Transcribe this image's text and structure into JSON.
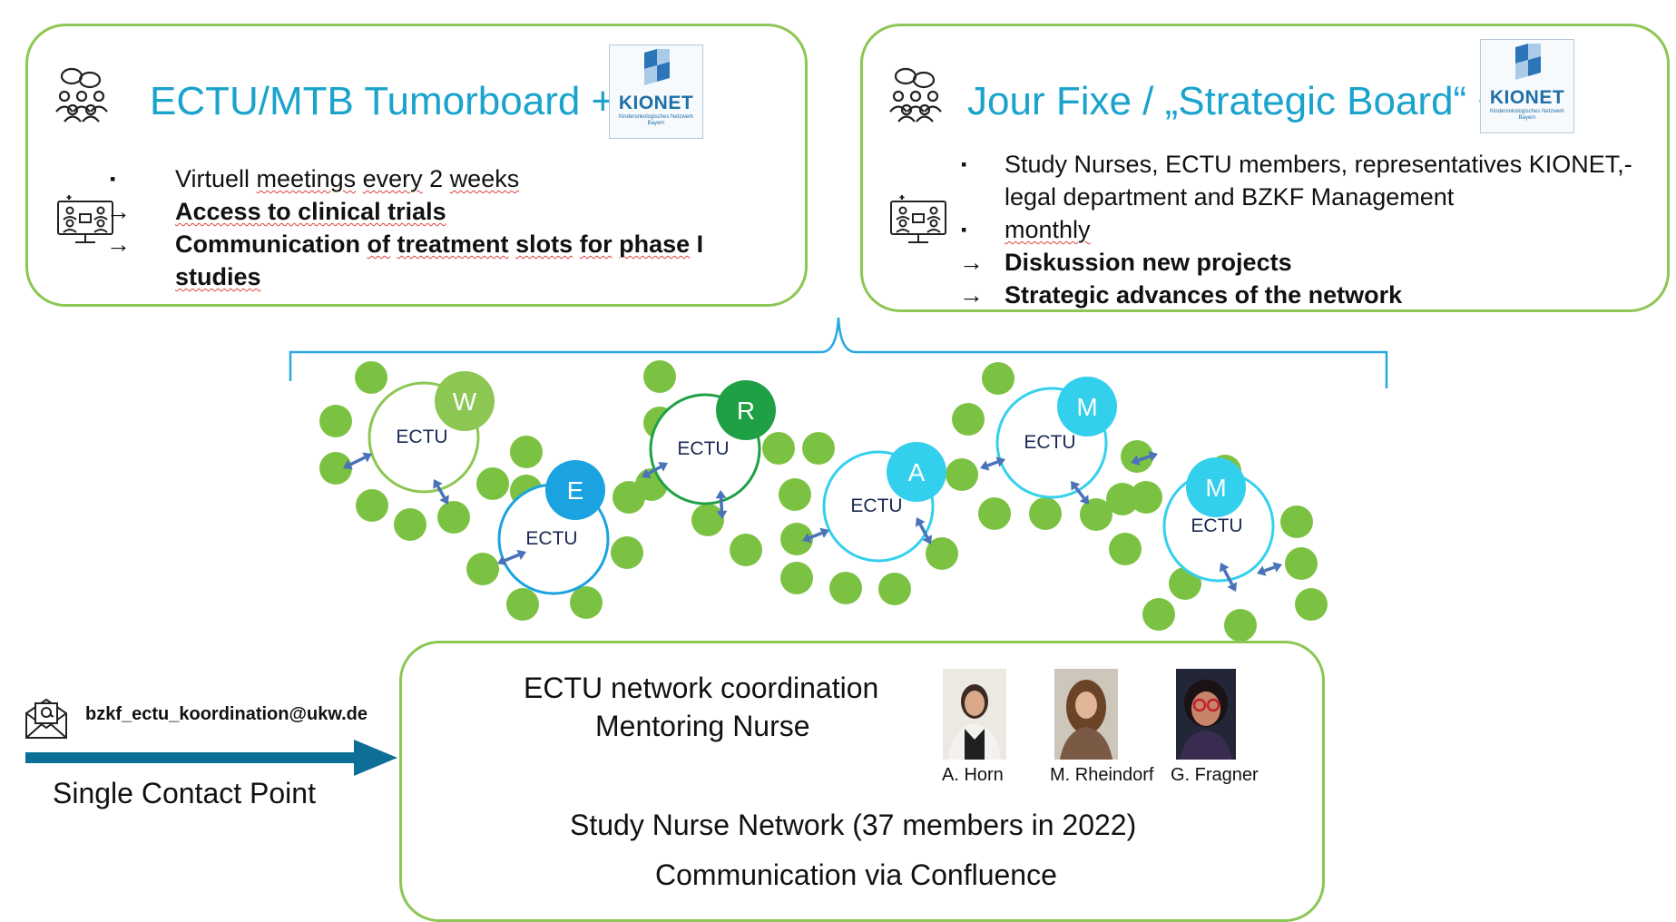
{
  "tumorboard": {
    "title": "ECTU/MTB Tumorboard +",
    "items": [
      {
        "marker": "▪",
        "text_parts": [
          "Virtuell ",
          "meetings",
          " ",
          "every",
          " 2 ",
          "weeks"
        ],
        "bold": false
      },
      {
        "marker": "→",
        "text_parts": [
          "Access to clinical trials"
        ],
        "bold": true
      },
      {
        "marker": "→",
        "text_parts": [
          "Communication ",
          "of",
          " ",
          "treatment",
          " ",
          "slots",
          " ",
          "for",
          " ",
          "phase",
          " I"
        ],
        "bold": true
      },
      {
        "marker": "",
        "text_parts": [
          "studies"
        ],
        "bold": true
      }
    ]
  },
  "jourfixe": {
    "title": "Jour Fixe / „Strategic Board“ +",
    "items": [
      {
        "marker": "▪",
        "text": "Study Nurses, ECTU members, representatives KIONET,-",
        "bold": false
      },
      {
        "marker": "",
        "text": "legal department and BZKF Management",
        "bold": false
      },
      {
        "marker": "▪",
        "text": "monthly",
        "bold": false
      },
      {
        "marker": "→",
        "text": "Diskussion new projects",
        "bold": true
      },
      {
        "marker": "→",
        "text": "Strategic advances of the network",
        "bold": true
      }
    ]
  },
  "kionet": {
    "name": "KIONET",
    "subtitle": "Kinderonkologisches Netzwerk Bayern"
  },
  "network": {
    "unit_label": "ECTU",
    "sites": [
      {
        "letter": "W",
        "ring_color": "#8cc653",
        "badge_color": "#8cc653"
      },
      {
        "letter": "E",
        "ring_color": "#1aa3e0",
        "badge_color": "#1aa3e0"
      },
      {
        "letter": "R",
        "ring_color": "#1fa045",
        "badge_color": "#1fa045"
      },
      {
        "letter": "A",
        "ring_color": "#33d0ee",
        "badge_color": "#33d0ee"
      },
      {
        "letter": "M",
        "ring_color": "#33d0ee",
        "badge_color": "#33d0ee"
      },
      {
        "letter": "M",
        "ring_color": "#33d0ee",
        "badge_color": "#33d0ee"
      }
    ],
    "satellite_color": "#7cc242",
    "arrow_color": "#4a72b8",
    "bracket_color": "#29a8e0"
  },
  "contact": {
    "email": "bzkf_ectu_koordination@ukw.de",
    "label": "Single Contact Point",
    "arrow_color": "#0e6f96"
  },
  "coordination": {
    "title": "ECTU network coordination",
    "subtitle": "Mentoring Nurse",
    "people": [
      {
        "name": "A. Horn"
      },
      {
        "name": "M. Rheindorf"
      },
      {
        "name": "G. Fragner"
      }
    ],
    "nurse_network": "Study Nurse Network (37 members in 2022)",
    "confluence": "Communication via Confluence"
  },
  "colors": {
    "box_border": "#8cc653",
    "title_blue": "#1aa3cc",
    "spellcheck": "#e0403a"
  }
}
